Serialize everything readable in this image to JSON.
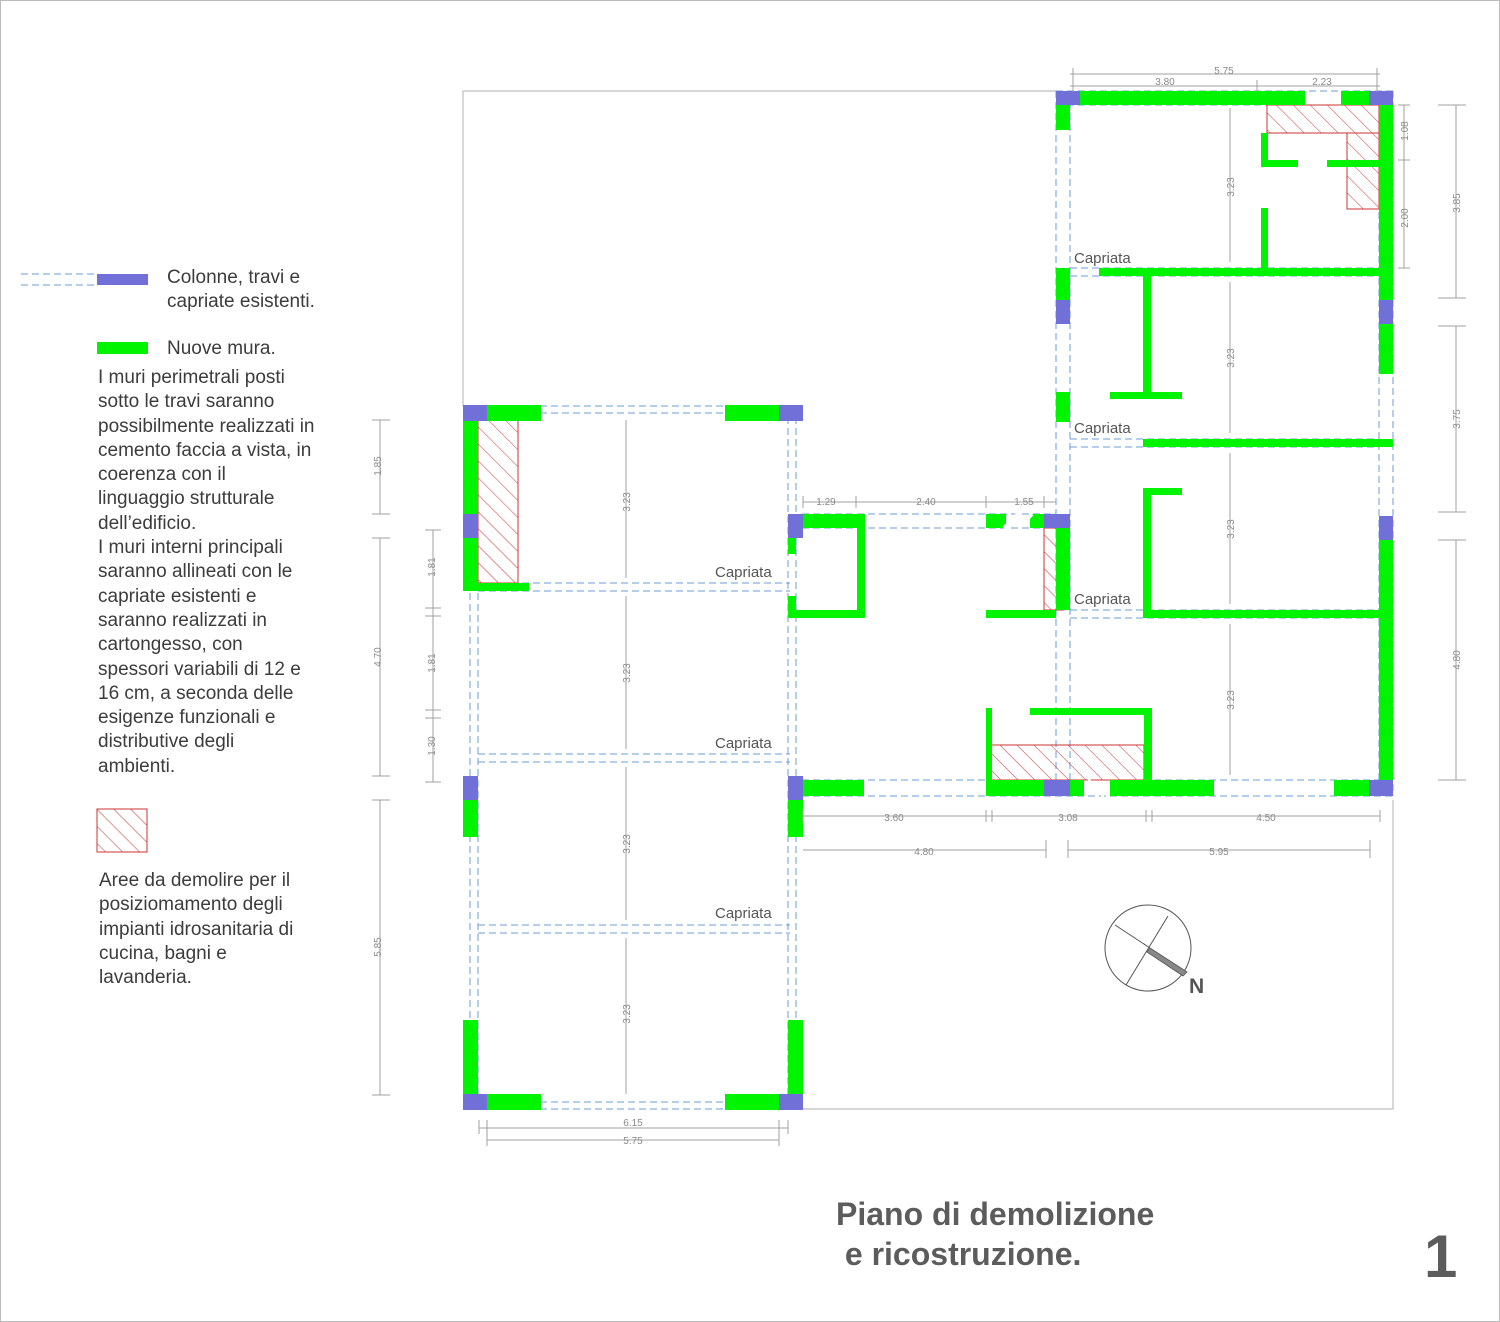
{
  "legend": {
    "existing_label": "Colonne, travi e\ncapriate esistenti.",
    "new_walls_label": "Nuove mura.",
    "new_walls_note": "I muri perimetrali posti\nsotto le travi saranno\npossibilmente realizzati in\ncemento faccia a vista, in\ncoerenza con il\nlinguaggio strutturale\ndell’edificio.\nI muri interni principali\nsaranno allineati con le\ncapriate esistenti e\nsaranno realizzati in\ncartongesso, con\nspessori variabili di 12 e\n16 cm, a seconda delle\nesigenze funzionali e\ndistributive degli\nambienti.",
    "demolish_label": "Aree da demolire per il\nposiziomamento degli\nimpianti idrosanitaria di\ncucina, bagni e\nlavanderia."
  },
  "colors": {
    "new_wall": "#00f400",
    "existing_column": "#7070d8",
    "existing_beam": "#6a9ed8",
    "demolish_hatch": "#cc3333",
    "dimension_line": "#999999",
    "text": "#5c5c5c"
  },
  "plan": {
    "truss_label": "Capriata",
    "north_label": "N",
    "dimensions": {
      "top_total": "5.75",
      "top_left": "3.80",
      "top_right": "2.23",
      "right_1": "1.08",
      "right_2": "2.00",
      "right_3": "3.85",
      "right_4": "3.75",
      "right_5": "4.80",
      "east_bay_1": "3.23",
      "east_bay_2": "3.23",
      "east_bay_3": "3.23",
      "east_bay_4": "3.23",
      "corridor_1": "1.29",
      "corridor_2": "2.40",
      "corridor_3": "1.55",
      "bottom_1": "3.60",
      "bottom_2": "3.08",
      "bottom_3": "4.50",
      "bottom_total_left": "4.80",
      "bottom_total_right": "5.95",
      "west_bay_1": "3.23",
      "west_bay_2": "3.23",
      "west_bay_3": "3.23",
      "west_bay_4": "3.23",
      "left_1": "1.85",
      "left_2": "4.70",
      "left_3": "5.85",
      "left_inner_1": "1.81",
      "left_inner_2": "1.81",
      "left_inner_3": "1.30",
      "west_bottom_1": "6.15",
      "west_bottom_2": "5.75"
    }
  },
  "title": {
    "line1": "Piano di demolizione",
    "line2": " e ricostruzione."
  },
  "sheet_number": "1"
}
